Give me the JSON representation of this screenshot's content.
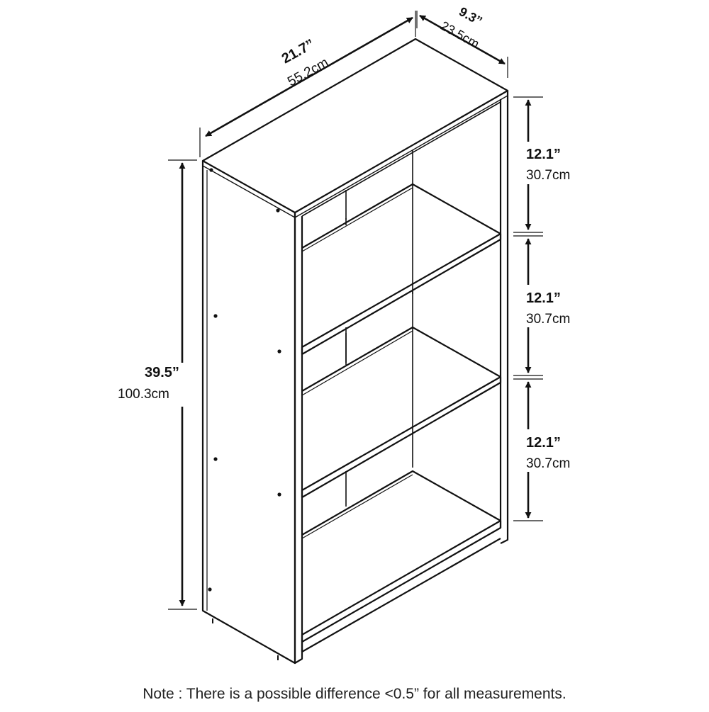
{
  "dimensions": {
    "width": {
      "inches": "21.7”",
      "cm": "55.2cm"
    },
    "depth": {
      "inches": "9.3”",
      "cm": "23.5cm"
    },
    "height": {
      "inches": "39.5”",
      "cm": "100.3cm"
    },
    "shelf_spacings": [
      {
        "inches": "12.1”",
        "cm": "30.7cm"
      },
      {
        "inches": "12.1”",
        "cm": "30.7cm"
      },
      {
        "inches": "12.1”",
        "cm": "30.7cm"
      }
    ]
  },
  "note": "Note : There is a possible difference <0.5” for all measurements.",
  "colors": {
    "line": "#111111",
    "background": "#ffffff"
  }
}
